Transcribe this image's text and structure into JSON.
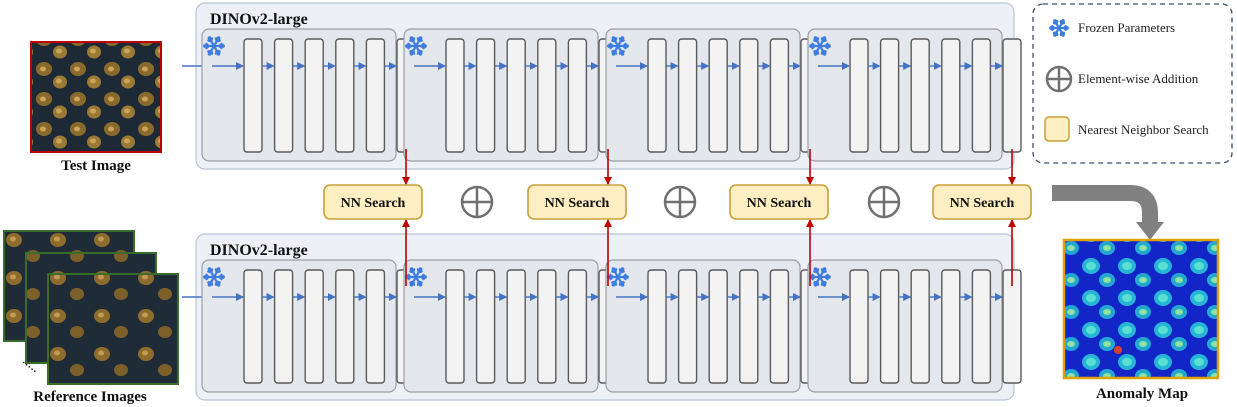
{
  "encoder_top": {
    "title": "DINOv2-large"
  },
  "encoder_bottom": {
    "title": "DINOv2-large"
  },
  "test_image": {
    "caption": "Test Image"
  },
  "reference_images": {
    "caption": "Reference Images",
    "more_indicator": "....."
  },
  "anomaly_map": {
    "caption": "Anomaly Map"
  },
  "nn_search": {
    "label": "NN Search",
    "count": 4
  },
  "legend": {
    "frozen": "Frozen Parameters",
    "addition": "Element-wise Addition",
    "nn": "Nearest Neighbor Search"
  },
  "icons": {
    "frozen": "snowflake-icon",
    "addition": "circle-plus-icon",
    "nn": "nn-search-box-icon",
    "flow": "curved-arrow-icon"
  },
  "colors": {
    "encoder_bg": "#edf1f7",
    "encoder_border": "#b8c4d4",
    "stage_bg": "#e4e7eb",
    "stage_border": "#9a9ea6",
    "layer_fill": "#f3f3f3",
    "layer_border": "#5a5a5a",
    "flow_arrow": "#4472c4",
    "nn_fill": "#fdefc2",
    "nn_border": "#c8a03a",
    "search_arrow": "#c00000",
    "snowflake": "#3e7ce0",
    "addition": "#707070",
    "test_frame": "#c00000",
    "reference_frame": "#3a6d2a",
    "anomaly_frame": "#e0a000",
    "big_arrow": "#808080"
  },
  "stages_per_encoder": 4,
  "layers_per_stage": 6
}
